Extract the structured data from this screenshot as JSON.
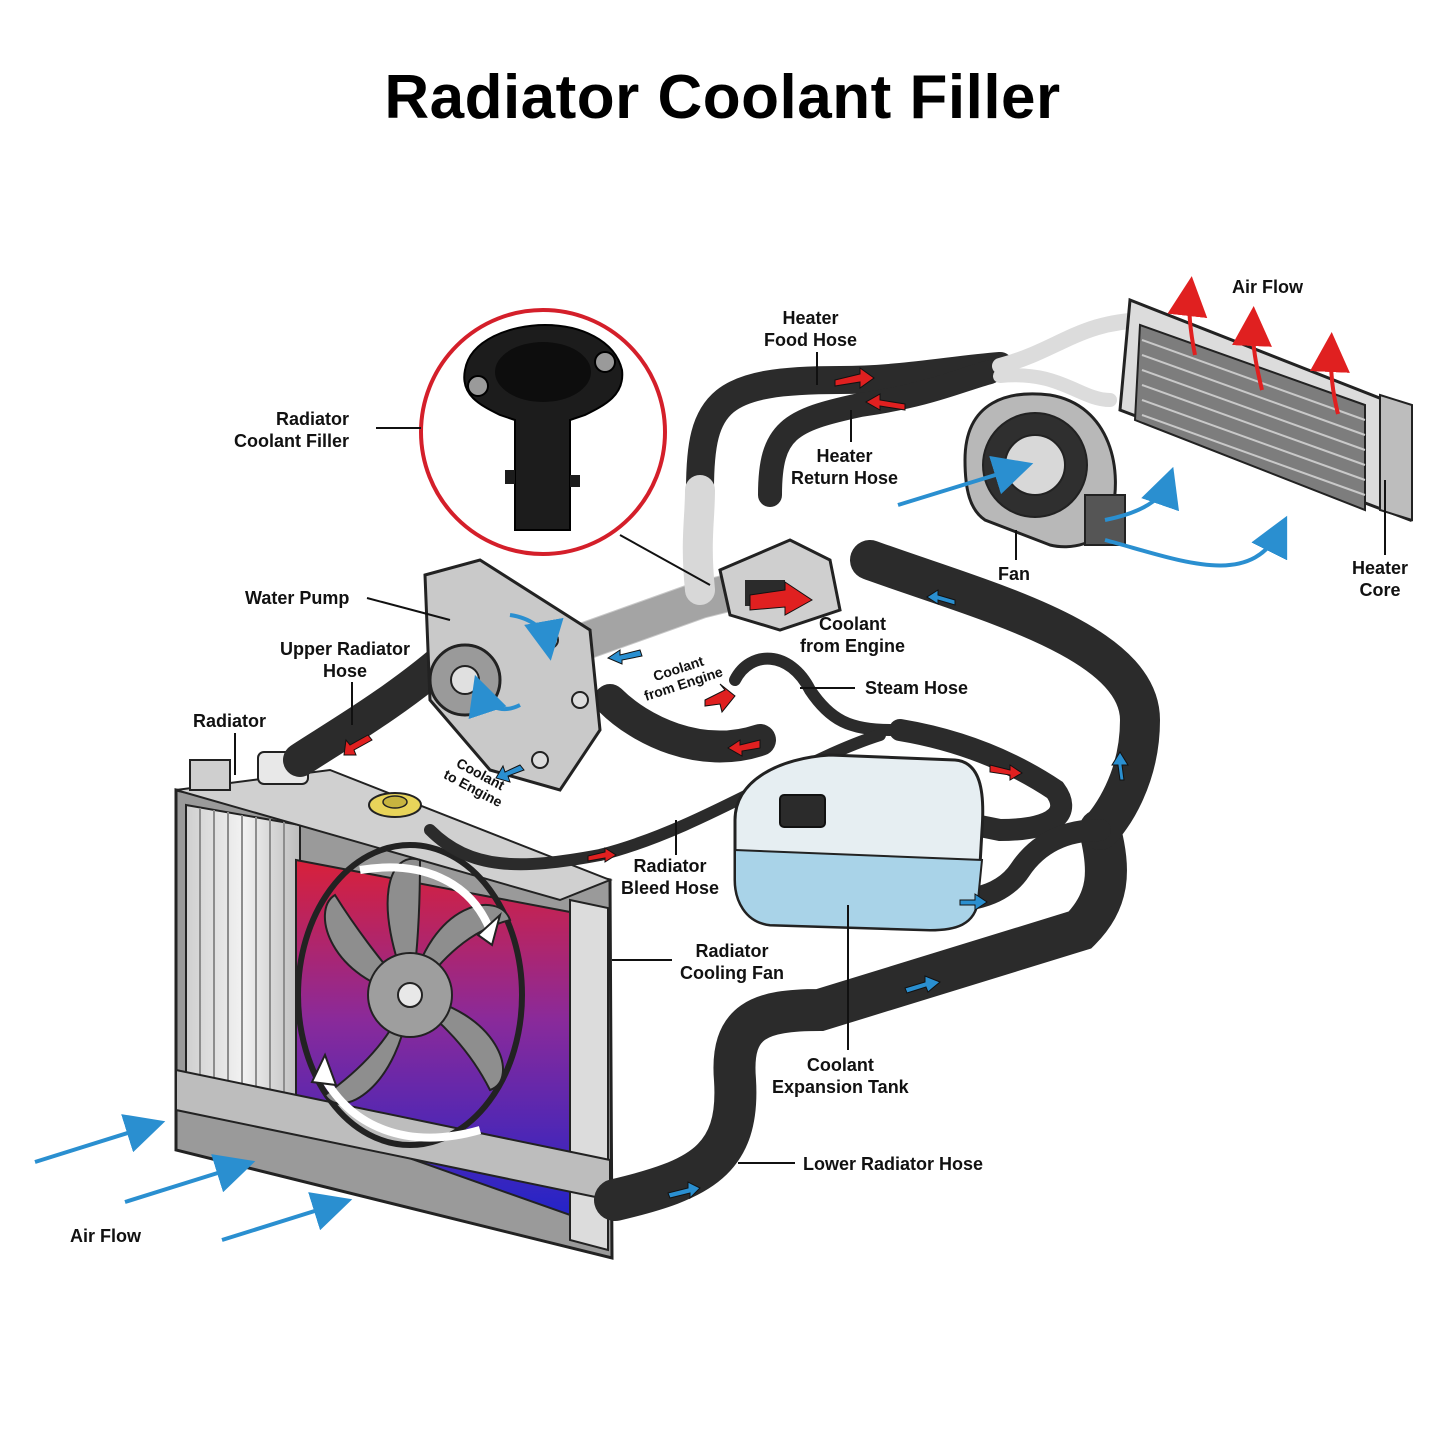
{
  "title": "Radiator Coolant Filler",
  "labels": {
    "radiator_coolant_filler": [
      "Radiator",
      "Coolant Filler"
    ],
    "water_pump": "Water Pump",
    "upper_radiator_hose": [
      "Upper Radiator",
      "Hose"
    ],
    "radiator": "Radiator",
    "heater_food_hose": [
      "Heater",
      "Food Hose"
    ],
    "heater_return_hose": [
      "Heater",
      "Return Hose"
    ],
    "air_flow_top": "Air Flow",
    "fan": "Fan",
    "heater_core": [
      "Heater",
      "Core"
    ],
    "coolant_from_engine": [
      "Coolant",
      "from Engine"
    ],
    "coolant_from_engine_small": [
      "Coolant",
      "from Engine"
    ],
    "coolant_to_engine": [
      "Coolant",
      "to Engine"
    ],
    "steam_hose": "Steam Hose",
    "radiator_bleed_hose": [
      "Radiator",
      "Bleed Hose"
    ],
    "radiator_cooling_fan": [
      "Radiator",
      "Cooling Fan"
    ],
    "coolant_expansion_tank": [
      "Coolant",
      "Expansion Tank"
    ],
    "lower_radiator_hose": "Lower Radiator Hose",
    "air_flow_bottom": "Air Flow"
  },
  "colors": {
    "hose": "#2b2b2b",
    "hot_arrow": "#e02020",
    "cold_arrow": "#2a8fd0",
    "callout_ring": "#d41f2a",
    "tank": "#a9d3e8",
    "radiator_hot": "#d8203a",
    "radiator_cold": "#2a2ad0"
  }
}
